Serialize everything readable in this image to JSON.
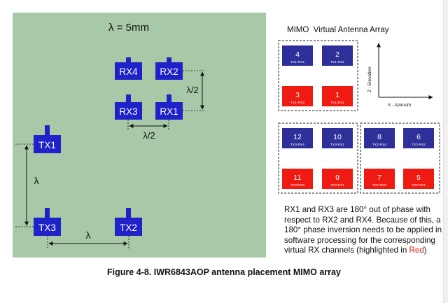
{
  "board": {
    "lambda_label": "λ = 5mm",
    "rx_antennas": [
      "RX4",
      "RX2",
      "RX3",
      "RX1"
    ],
    "tx_antennas": [
      "TX1",
      "TX3",
      "TX2"
    ],
    "dim_lambda_half": "λ/2",
    "dim_lambda": "λ"
  },
  "virtual_array": {
    "title": "MIMO  Virtual Antenna Array",
    "axis_vertical_label": "Z - Elevation",
    "axis_horizontal_label": "X - Azimuth",
    "groups": [
      {
        "elements": [
          {
            "number": "4",
            "pair": "TX1-RX4",
            "color": "blue"
          },
          {
            "number": "2",
            "pair": "TX1-RX2",
            "color": "blue"
          },
          {
            "number": "3",
            "pair": "TX1-RX3",
            "color": "red"
          },
          {
            "number": "1",
            "pair": "TX1-RX1",
            "color": "red"
          }
        ]
      },
      {
        "elements": [
          {
            "number": "12",
            "pair": "TX3-RX4",
            "color": "blue"
          },
          {
            "number": "10",
            "pair": "TX3-RX2",
            "color": "blue"
          },
          {
            "number": "11",
            "pair": "TX3-RX3",
            "color": "red"
          },
          {
            "number": "9",
            "pair": "TX3-RX1",
            "color": "red"
          }
        ]
      },
      {
        "elements": [
          {
            "number": "8",
            "pair": "TX2-RX4",
            "color": "blue"
          },
          {
            "number": "6",
            "pair": "TX2-RX2",
            "color": "blue"
          },
          {
            "number": "7",
            "pair": "TX2-RX3",
            "color": "red"
          },
          {
            "number": "5",
            "pair": "TX2-RX1",
            "color": "red"
          }
        ]
      }
    ],
    "note_main": "RX1 and RX3 are 180° out of phase with respect to RX2 and RX4. Because of this, a 180° phase inversion needs to be applied in software processing for the corresponding virtual RX channels (highlighted in ",
    "note_highlight": "Red",
    "note_end": ")"
  },
  "caption": "Figure 4-8. IWR6843AOP antenna placement MIMO array",
  "colors": {
    "board_green": "#a7c9a7",
    "antenna_blue": "#1e22c8",
    "virtual_blue": "#2f2f9a",
    "virtual_red": "#ef1a12",
    "note_red": "#e32119"
  }
}
